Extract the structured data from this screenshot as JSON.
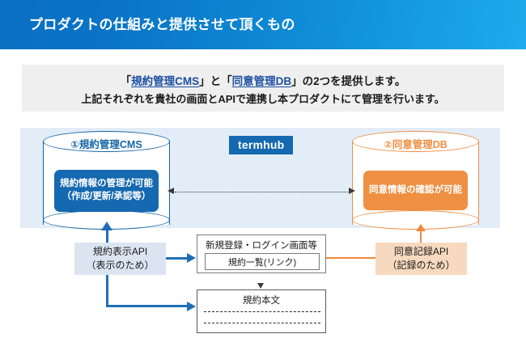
{
  "header": {
    "title": "プロダクトの仕組みと提供させて頂くもの",
    "gradient_start": "#0a6fc2",
    "gradient_end": "#1cabec"
  },
  "subtitle": {
    "line1_prefix": "「",
    "line1_link1": "規約管理CMS",
    "line1_mid": "」と「",
    "line1_link2": "同意管理DB",
    "line1_suffix": "」の2つを提供します。",
    "line2": "上記それぞれを貴社の画面とAPIで連携し本プロダクトにて管理を行います。",
    "link_color": "#1c4fa1",
    "panel_color": "#efefef"
  },
  "diagram": {
    "panel_color": "#e2edf8",
    "brand_badge": {
      "label": "termhub",
      "color": "#1569b0"
    },
    "cms": {
      "title": "①規約管理CMS",
      "chip_line1": "規約情報の管理が可能",
      "chip_line2": "（作成/更新/承認等）",
      "outline_color": "#1465a8",
      "chip_color": "#1569b0"
    },
    "db": {
      "title": "②同意管理DB",
      "chip_line1": "同意情報の確認が可能",
      "outline_color": "#ef8f42",
      "chip_color": "#ef8f42"
    },
    "terms_api": {
      "line1": "規約表示API",
      "line2": "（表示のため）",
      "color": "#dbe5f1"
    },
    "consent_api": {
      "line1": "同意記録API",
      "line2": "（記録のため）",
      "color": "#f7d9bf"
    },
    "login_screen": {
      "title": "新規登録・ログイン画面等",
      "inner_label": "規約一覧(リンク)"
    },
    "terms_body": {
      "title": "規約本文"
    },
    "connector_blue": "#1f6fb5",
    "connector_orange": "#ee8a3c",
    "connector_gray": "#3a3a3a"
  }
}
